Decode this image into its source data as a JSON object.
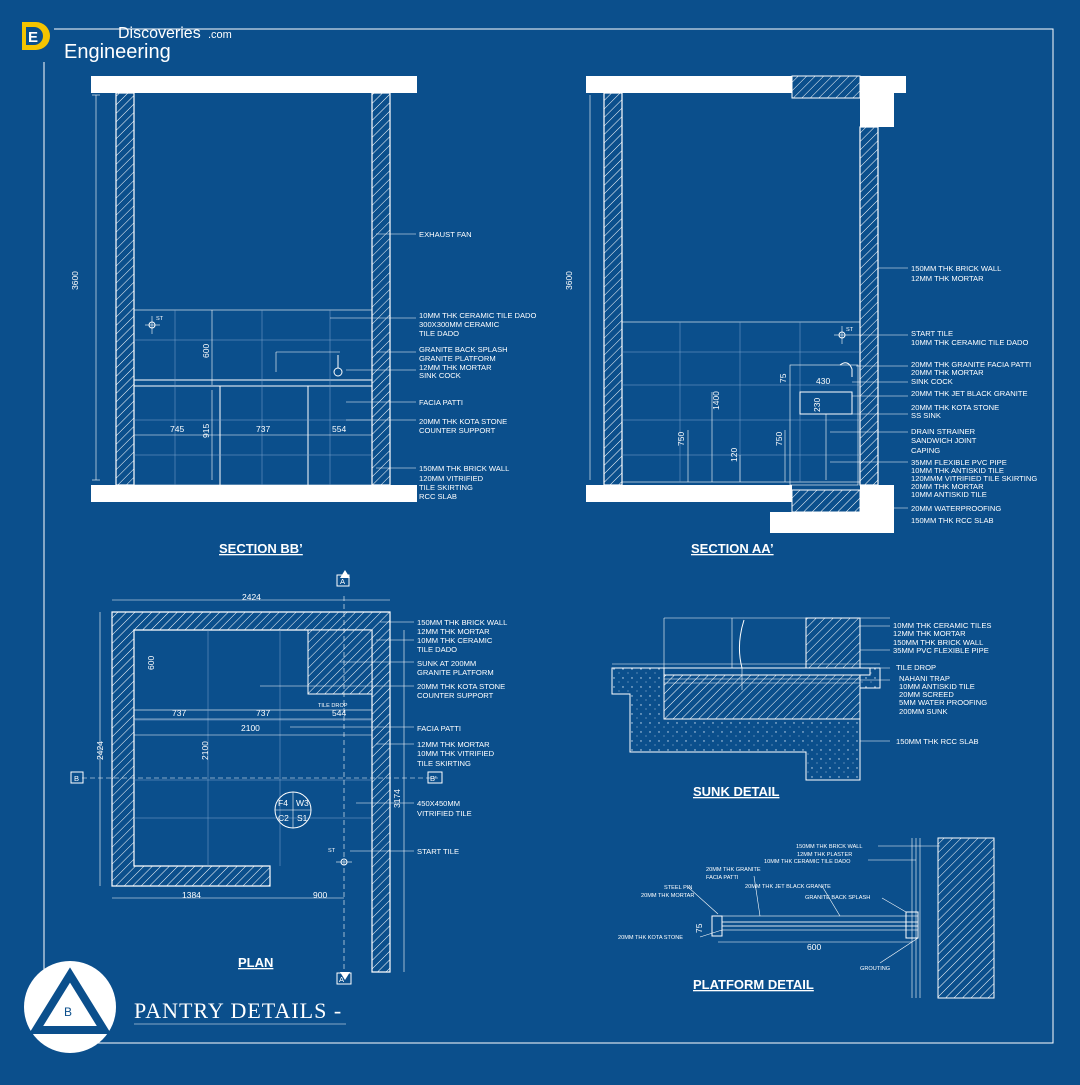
{
  "brand": {
    "word_top": "Discoveries",
    "word_tld": ".com",
    "word_main": "Engineering",
    "logo_letter": "E",
    "badge_letter": "B"
  },
  "sheet_title": "PANTRY DETAILS -",
  "section_bb": {
    "title": "SECTION BB’",
    "height_dim": "3600",
    "dims": {
      "d600": "600",
      "d915": "915",
      "d745": "745",
      "d737": "737",
      "d554": "554"
    },
    "st_label": "ST",
    "labels": [
      "EXHAUST FAN",
      "10MM THK CERAMIC TILE DADO",
      "300X300MM CERAMIC",
      "TILE DADO",
      "GRANITE BACK SPLASH",
      "GRANITE PLATFORM",
      "12MM THK MORTAR",
      "SINK COCK",
      "FACIA PATTI",
      "20MM THK KOTA STONE",
      "COUNTER SUPPORT",
      "150MM THK BRICK WALL",
      "120MM VITRIFIED",
      "TILE SKIRTING",
      "RCC SLAB"
    ]
  },
  "section_aa": {
    "title": "SECTION AA’",
    "height_dim": "3600",
    "dims": {
      "d75": "75",
      "d430": "430",
      "d230": "230",
      "d1400": "1400",
      "d750a": "750",
      "d750b": "750",
      "d120": "120"
    },
    "st_label": "ST",
    "labels": [
      "150MM THK BRICK WALL",
      "12MM THK MORTAR",
      "START TILE",
      "10MM THK CERAMIC TILE DADO",
      "20MM THK GRANITE FACIA PATTI",
      "20MM THK MORTAR",
      "SINK COCK",
      "20MM THK JET BLACK GRANITE",
      "20MM THK KOTA STONE",
      "SS SINK",
      "DRAIN STRAINER",
      "SANDWICH JOINT",
      "CAPING",
      "35MM FLEXIBLE PVC PIPE",
      "10MM THK ANTISKID TILE",
      "120MMM VITRIFIED TILE SKIRTING",
      "20MM THK MORTAR",
      "10MM ANTISKID TILE",
      "20MM WATERPROOFING",
      "150MM THK RCC SLAB"
    ]
  },
  "plan": {
    "title": "PLAN",
    "markers": {
      "a_top": "A",
      "a_bottom": "A'",
      "b_left": "B",
      "b_right": "B'"
    },
    "dims": {
      "d2424_top": "2424",
      "d2424_left": "2424",
      "d600": "600",
      "d737a": "737",
      "d737b": "737",
      "d544": "544",
      "d2100_h": "2100",
      "d2100_v": "2100",
      "d3174": "3174",
      "d1384": "1384",
      "d900": "900"
    },
    "tile_drop": "TILE DROP",
    "st_label": "ST",
    "tag": {
      "f4": "F4",
      "w3": "W3",
      "c2": "C2",
      "s1": "S1"
    },
    "labels": [
      "150MM THK BRICK WALL",
      "12MM THK MORTAR",
      "10MM THK CERAMIC",
      "TILE DADO",
      "SUNK AT 200MM",
      "GRANITE PLATFORM",
      "20MM THK KOTA STONE",
      "COUNTER SUPPORT",
      "FACIA PATTI",
      "12MM THK MORTAR",
      "10MM THK VITRIFIED",
      "TILE SKIRTING",
      "450X450MM",
      "VITRIFIED TILE",
      "START TILE"
    ]
  },
  "sunk": {
    "title": "SUNK DETAIL",
    "labels": [
      "10MM THK CERAMIC TILES",
      "12MM THK MORTAR",
      "150MM THK BRICK WALL",
      "35MM PVC FLEXIBLE PIPE",
      "TILE DROP",
      "NAHANI TRAP",
      "10MM ANTISKID TILE",
      "20MM SCREED",
      "5MM WATER PROOFING",
      "200MM SUNK",
      "150MM THK RCC SLAB"
    ]
  },
  "platform": {
    "title": "PLATFORM DETAIL",
    "dims": {
      "d75": "75",
      "d600": "600"
    },
    "labels": [
      "150MM THK BRICK WALL",
      "12MM THK PLASTER",
      "10MM THK CERAMIC TILE DADO",
      "20MM THK GRANITE",
      "FACIA PATTI",
      "STEEL PIN",
      "20MM THK MORTAR",
      "20MM THK JET BLACK GRANITE",
      "GRANITE BACK SPLASH",
      "20MM THK KOTA STONE",
      "GROUTING"
    ]
  },
  "colors": {
    "background": "#0b4f8c",
    "line": "#ffffff",
    "grid": "#7ea6cf",
    "brand_yellow": "#f5c400"
  }
}
